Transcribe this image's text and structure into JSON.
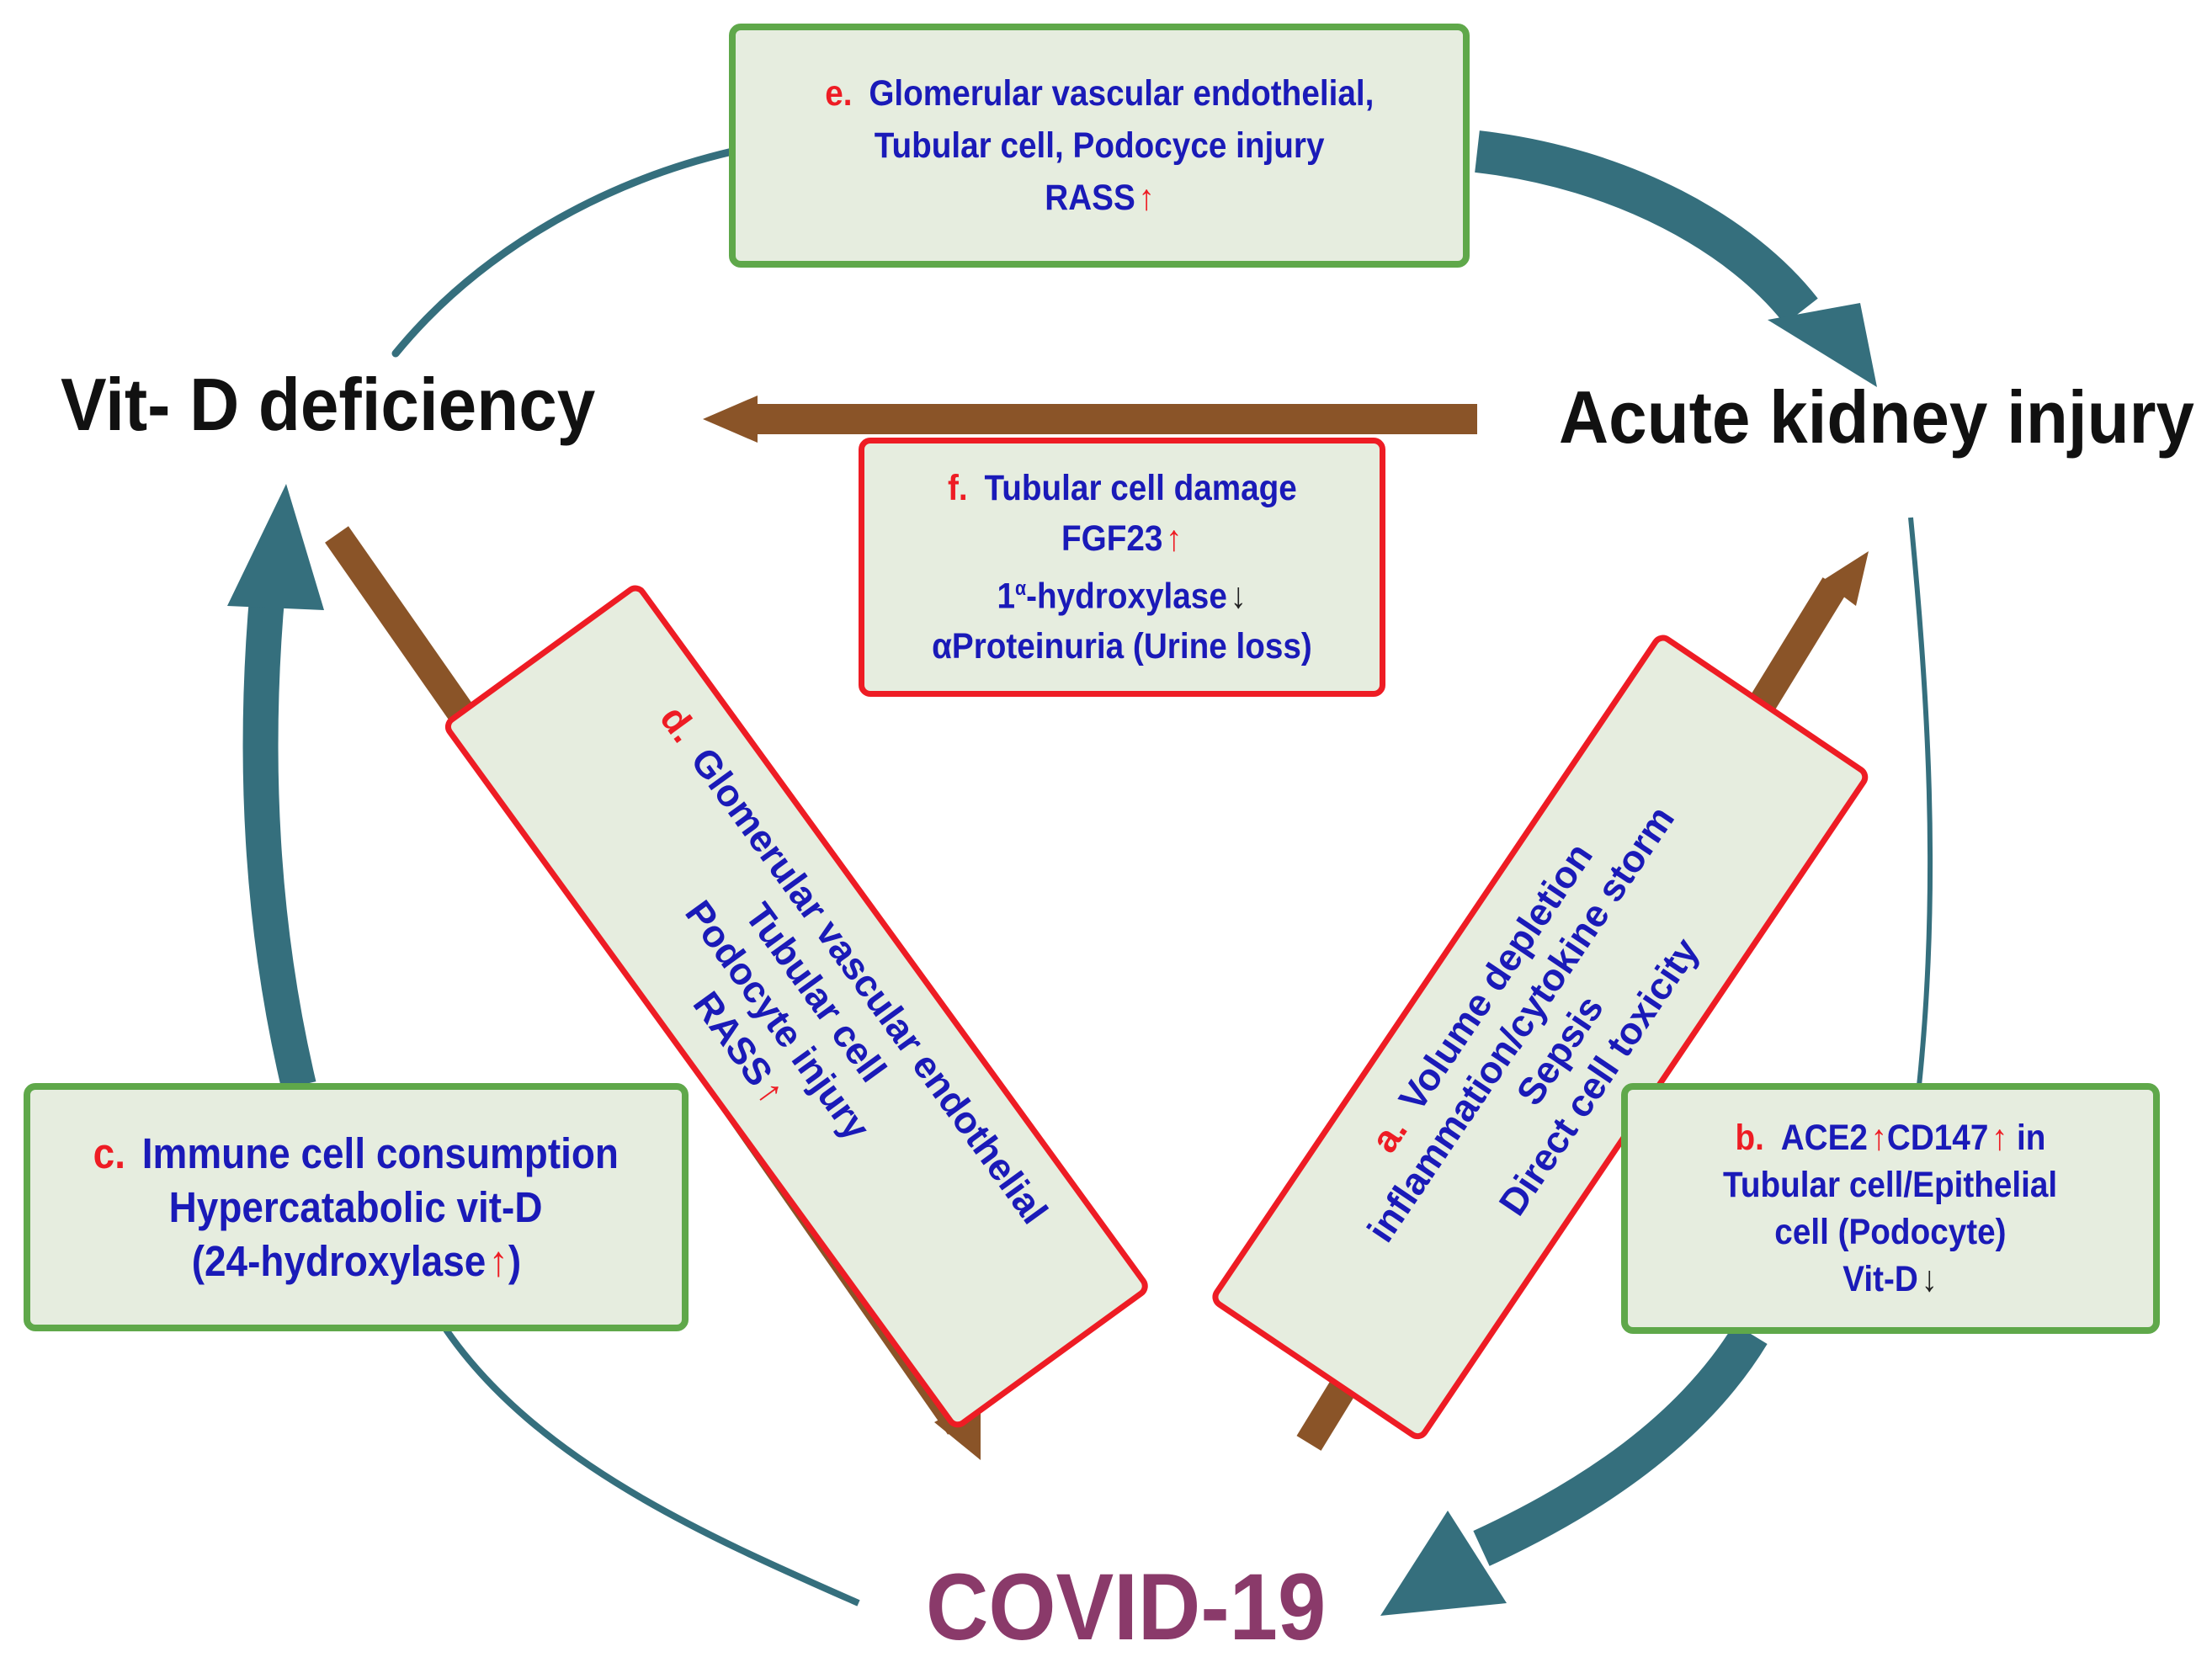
{
  "nodes": {
    "vit_d": "Vit- D deficiency",
    "aki": "Acute kidney injury",
    "covid": "COVID-19"
  },
  "boxes": {
    "e": {
      "tag": "e.",
      "lines": [
        "Glomerular vascular endothelial,",
        "Tubular cell, Podocyce injury",
        "RASS"
      ]
    },
    "f": {
      "tag": "f.",
      "lines": [
        "Tubular cell damage",
        "FGF23",
        "1",
        "α",
        "-hydroxylase",
        "αProteinuria (Urine loss)"
      ]
    },
    "d": {
      "tag": "d.",
      "lines": [
        "Glomerular vascular endothelial",
        "Tubular cell",
        "Podocyte injury",
        "RASS"
      ]
    },
    "a": {
      "tag": "a.",
      "lines": [
        "Volume depletion",
        "inflammation/cytokine storm",
        "Sepsis",
        "Direct cell toxicity"
      ]
    },
    "c": {
      "tag": "c.",
      "lines": [
        "Immune cell consumption",
        "Hypercatabolic vit-D",
        "(24-hydroxylase",
        ")"
      ]
    },
    "b": {
      "tag": "b.",
      "lines": [
        "ACE2",
        "CD147",
        "in",
        "Tubular cell/Epithelial",
        "cell (Podocyte)",
        "Vit-D"
      ]
    }
  },
  "symbols": {
    "up": "↑",
    "down": "↓"
  },
  "colors": {
    "cycle_arrow": "#356f7d",
    "brown_arrow": "#8a5428",
    "green_border": "#5fa84a",
    "red_border": "#ee1c24",
    "box_fill": "#e6eddf",
    "box_text": "#1a1ab8",
    "tag_text": "#ee1c24",
    "covid_text": "#8a3a6a"
  }
}
